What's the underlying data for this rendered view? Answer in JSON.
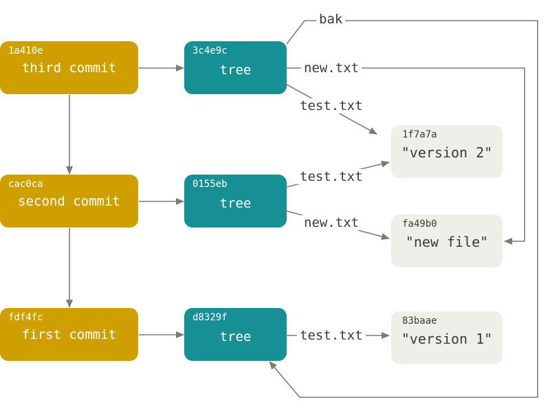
{
  "commits": [
    {
      "hash": "1a410e",
      "message": "third commit"
    },
    {
      "hash": "cac0ca",
      "message": "second commit"
    },
    {
      "hash": "fdf4fc",
      "message": "first commit"
    }
  ],
  "trees": [
    {
      "hash": "3c4e9c",
      "label": "tree"
    },
    {
      "hash": "0155eb",
      "label": "tree"
    },
    {
      "hash": "d8329f",
      "label": "tree"
    }
  ],
  "blobs": [
    {
      "hash": "1f7a7a",
      "content": "\"version 2\""
    },
    {
      "hash": "fa49b0",
      "content": "\"new file\""
    },
    {
      "hash": "83baae",
      "content": "\"version 1\""
    }
  ],
  "edge_labels": {
    "bak": "bak",
    "tree1_new": "new.txt",
    "tree1_test": "test.txt",
    "tree2_test": "test.txt",
    "tree2_new": "new.txt",
    "tree3_test": "test.txt"
  },
  "colors": {
    "commit": "#cf9f00",
    "tree": "#168f95",
    "blob": "#efeee9",
    "line": "#7e7b75"
  }
}
